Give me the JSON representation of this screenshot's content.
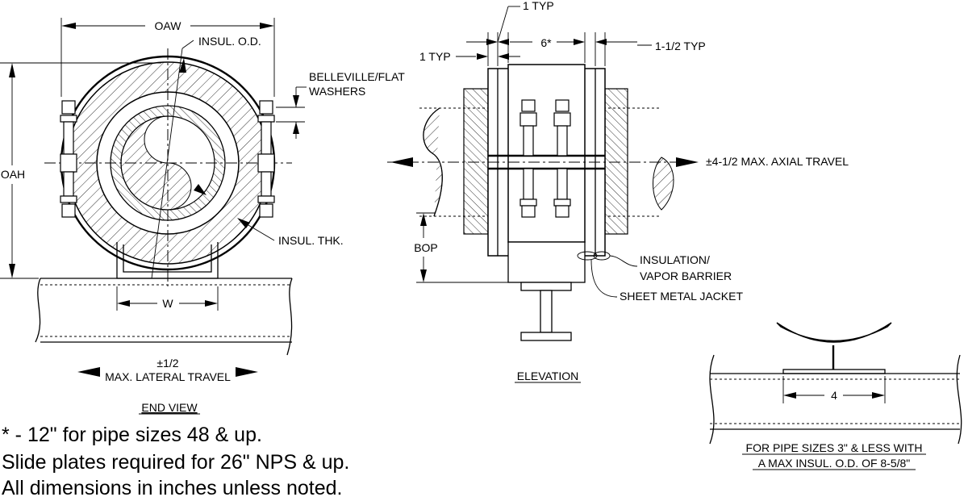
{
  "end_view": {
    "title": "END VIEW",
    "labels": {
      "oaw": "OAW",
      "oah": "OAH",
      "insul_od": "INSUL. O.D.",
      "belleville_line1": "BELLEVILLE/FLAT",
      "belleville_line2": "WASHERS",
      "insul_thk": "INSUL. THK.",
      "w": "W",
      "lateral_value": "±1/2",
      "lateral_text": "MAX. LATERAL TRAVEL"
    }
  },
  "elevation": {
    "title": "ELEVATION",
    "labels": {
      "one_typ_top": "1 TYP",
      "one_typ_left": "1 TYP",
      "six": "6*",
      "one_half_typ": "1-1/2 TYP",
      "axial_travel": "±4-1/2 MAX. AXIAL TRAVEL",
      "bop": "BOP",
      "insulation_line1": "INSULATION/",
      "insulation_line2": "VAPOR BARRIER",
      "jacket": "SHEET METAL JACKET"
    }
  },
  "detail": {
    "dim": "4",
    "caption_line1": "FOR PIPE SIZES 3\" & LESS WITH",
    "caption_line2": "A MAX INSUL. O.D. OF 8-5/8\""
  },
  "notes": [
    "* - 12\" for pipe sizes 48 & up.",
    "Slide plates required for 26\" NPS & up.",
    "All dimensions in inches unless noted."
  ]
}
